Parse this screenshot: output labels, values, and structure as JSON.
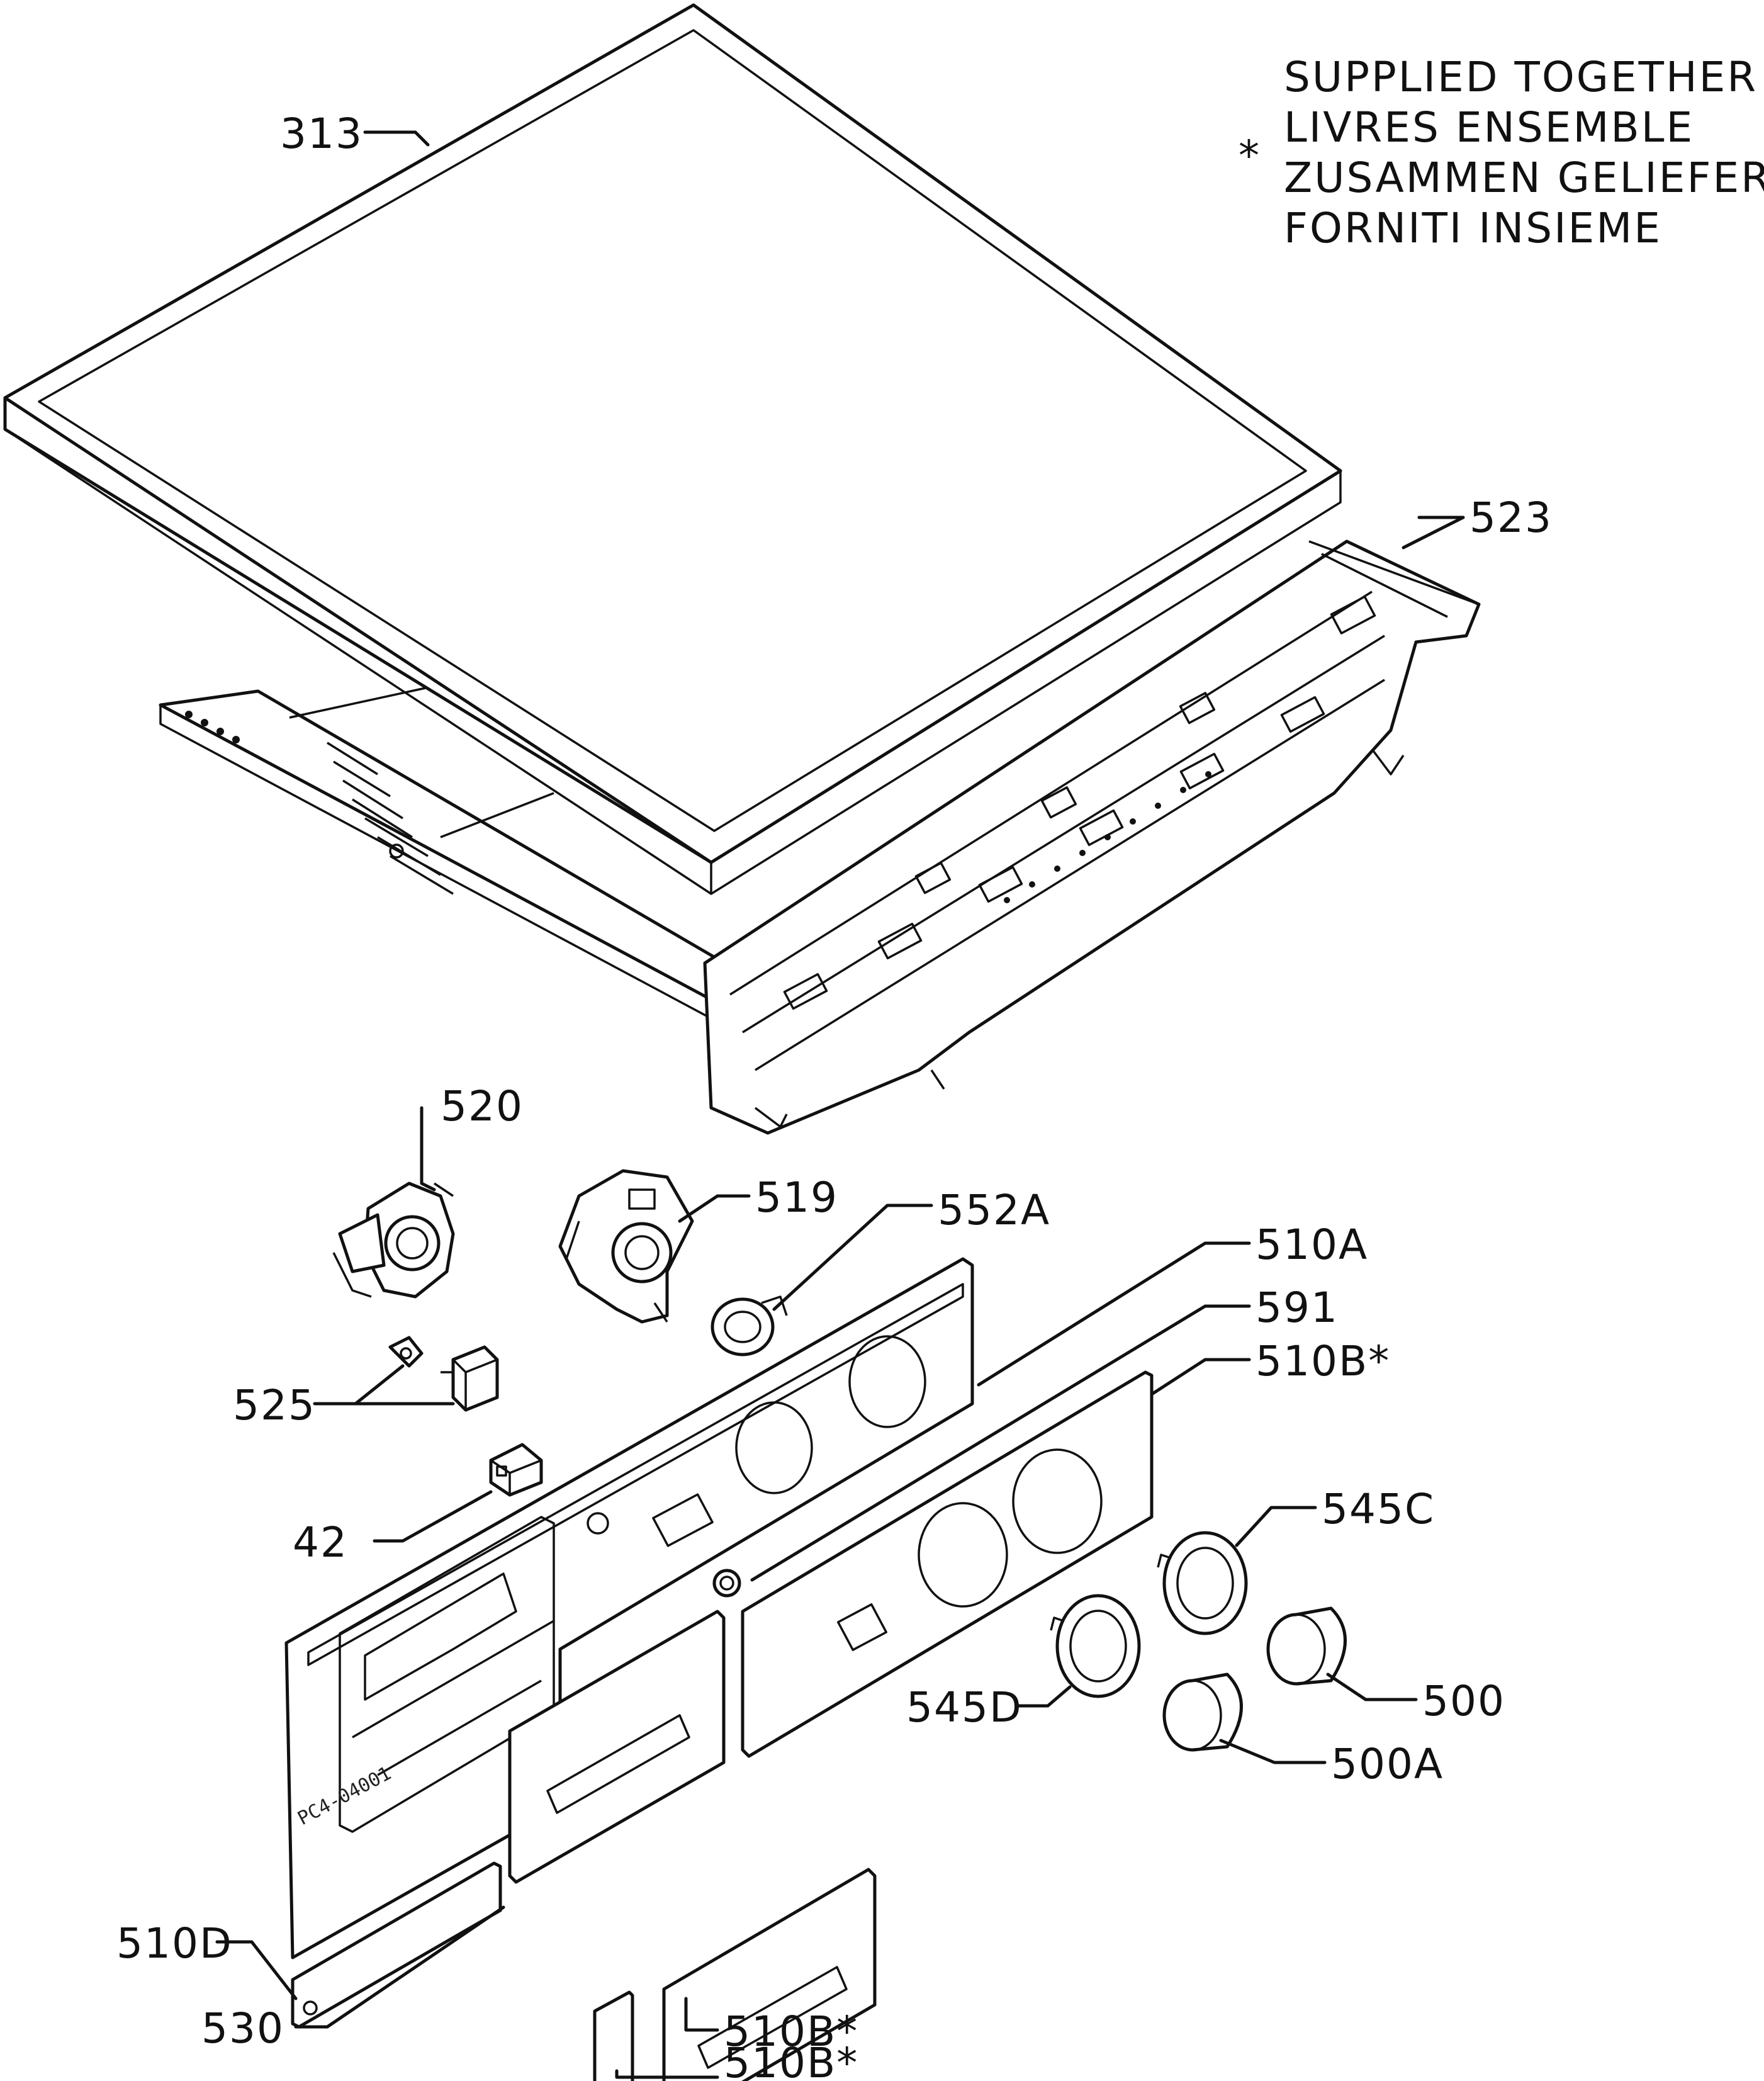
{
  "legend": {
    "asterisk": "*",
    "lines": [
      "SUPPLIED TOGETHER",
      "LIVRES ENSEMBLE",
      "ZUSAMMEN GELIEFERT",
      "FORNITI INSIEME"
    ]
  },
  "drawing_code": "PC4-04001",
  "labels": {
    "p313": "313",
    "p523": "523",
    "p520": "520",
    "p519": "519",
    "p552A": "552A",
    "p510A": "510A",
    "p591": "591",
    "p510B_1": "510B*",
    "p525": "525",
    "p42": "42",
    "p545C": "545C",
    "p545D": "545D",
    "p500": "500",
    "p500A": "500A",
    "p510D": "510D",
    "p530": "530",
    "p510B_2": "510B*",
    "p510B_3": "510B*"
  }
}
